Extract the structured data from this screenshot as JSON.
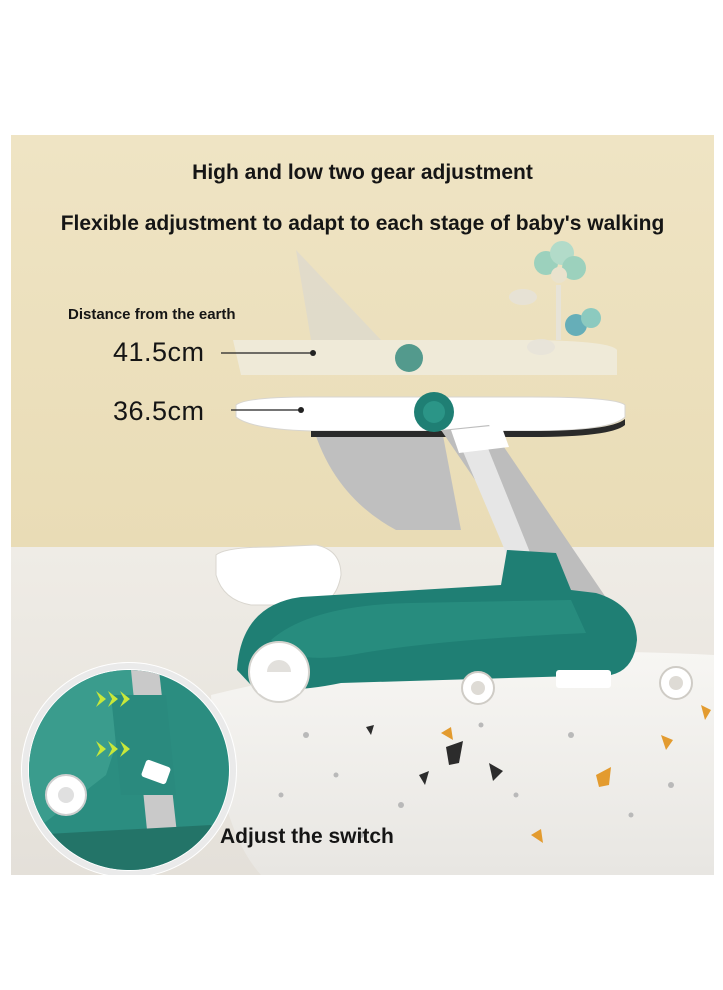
{
  "heading": {
    "title": "High and low two gear adjustment",
    "subtitle": "Flexible adjustment to adapt to each stage of baby's walking"
  },
  "measurements": {
    "label": "Distance from the earth",
    "high": "41.5cm",
    "low": "36.5cm"
  },
  "inset": {
    "caption": "Adjust the switch"
  },
  "colors": {
    "wall": "#ede2bf",
    "floor": "#ece8e1",
    "teal": "#1f7f74",
    "arrow": "#c8e83a"
  }
}
